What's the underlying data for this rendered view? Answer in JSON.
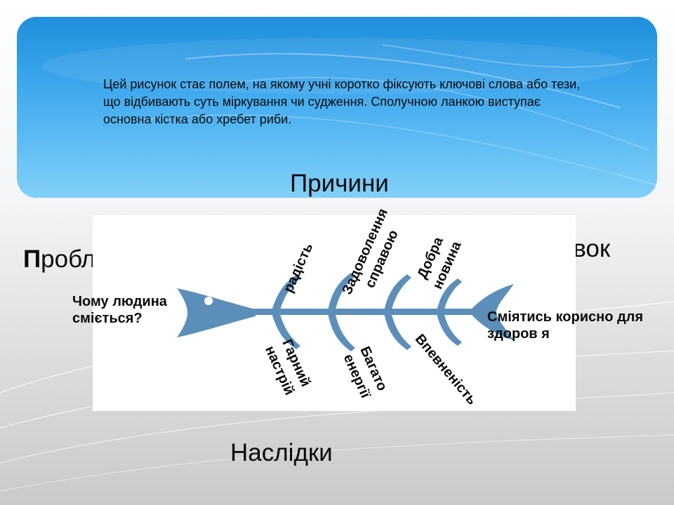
{
  "intro_text": "Цей рисунок стає полем, на якому учні коротко фіксують ключові слова або тези, що відбивають суть міркування чи судження. Сполучною ланкою виступає основна кістка або хребет риби.",
  "headings": {
    "causes": "Причини",
    "problem_initial": "П",
    "problem_rest": "роблема",
    "conclusion": "Висновок",
    "consequences": "Наслідки"
  },
  "problem_question": "Чому людина сміється?",
  "conclusion_text": "Сміятись корисно для здоров я",
  "causes": [
    "радість",
    "Задоволення справою",
    "Добра новина"
  ],
  "consequences": [
    "Гарний настрій",
    "Багато енергії",
    "Впевненість"
  ],
  "colors": {
    "banner_top": "#1f8fdc",
    "banner_bottom": "#82d0f8",
    "fish": "#5b8fba"
  }
}
